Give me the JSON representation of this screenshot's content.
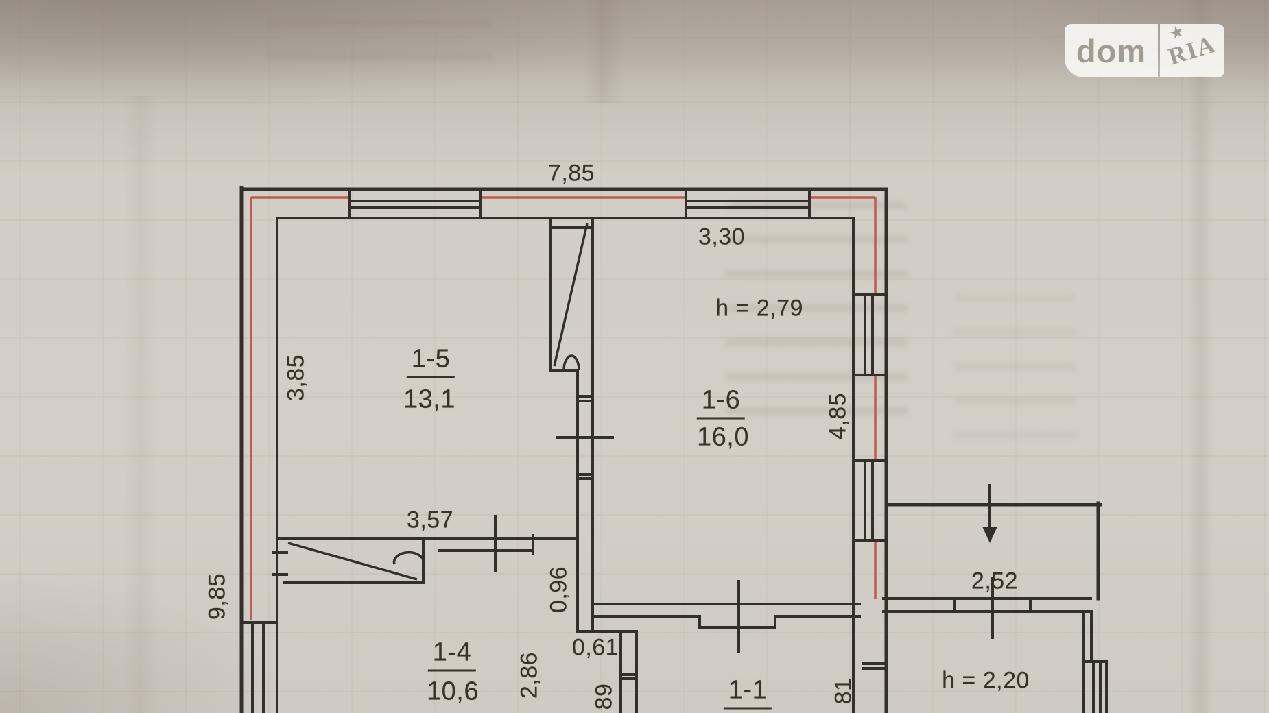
{
  "watermark": {
    "dom": "dom",
    "ria": "RIA",
    "star": "★"
  },
  "labels": {
    "top_width": "7,85",
    "r16_width": "3,30",
    "r16_height": "h = 2,79",
    "r15_height": "3,85",
    "left_total": "9,85",
    "r16_depth": "4,85",
    "r15_width": "3,57",
    "passage": "0,96",
    "niche": "0,61",
    "r14_depth": "2,86",
    "dim_89": "89",
    "annex_width": "2,52",
    "annex_height": "h = 2,20",
    "dim_81": "81"
  },
  "rooms": {
    "r15": {
      "id": "1-5",
      "area": "13,1"
    },
    "r16": {
      "id": "1-6",
      "area": "16,0"
    },
    "r14": {
      "id": "1-4",
      "area": "10,6"
    },
    "r11": {
      "id": "1-1"
    }
  },
  "colors": {
    "wall": "#33302a",
    "red_line": "#bf5a52",
    "paper": "#d2cec6",
    "paper_dark": "#a69d93",
    "logo_text": "#a19b91"
  }
}
